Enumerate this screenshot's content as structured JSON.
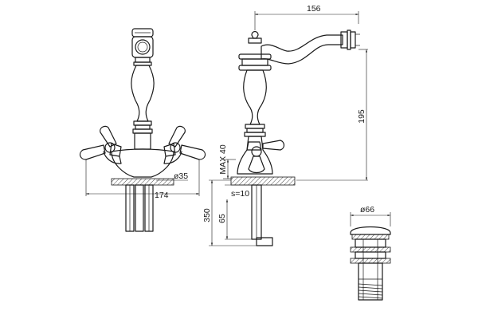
{
  "dimensions": {
    "spout_reach": "156",
    "height": "195",
    "handle_span": "174",
    "hole_diameter": "ø35",
    "max_deck": "MAX 40",
    "spacer": "s=10",
    "tail_length": "65",
    "total_length": "350",
    "waste_diameter": "ø66"
  }
}
